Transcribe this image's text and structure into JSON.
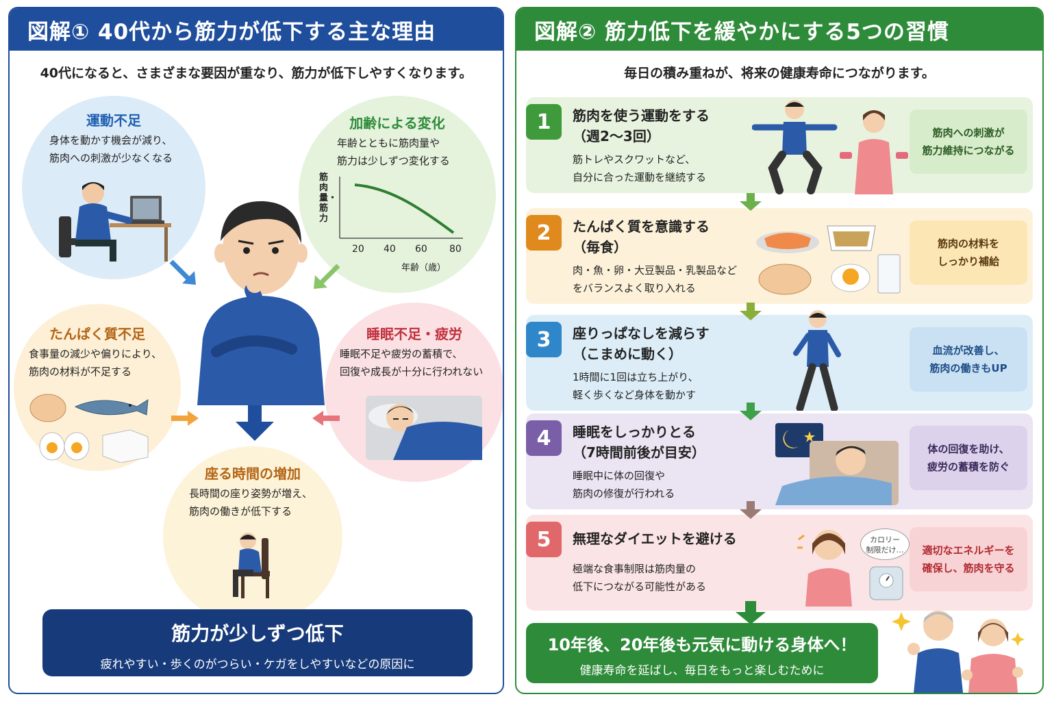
{
  "left": {
    "header": "図解①  40代から筋力が低下する主な理由",
    "subtitle": "40代になると、さまざまな要因が重なり、筋力が低下しやすくなります。",
    "circles": {
      "exercise": {
        "title": "運動不足",
        "text1": "身体を動かす機会が減り、",
        "text2": "筋肉への刺激が少なくなる"
      },
      "aging": {
        "title": "加齢による変化",
        "text1": "年齢とともに筋肉量や",
        "text2": "筋力は少しずつ変化する"
      },
      "protein": {
        "title": "たんぱく質不足",
        "text1": "食事量の減少や偏りにより、",
        "text2": "筋肉の材料が不足する"
      },
      "sleep": {
        "title": "睡眠不足・疲労",
        "text1": "睡眠不足や疲労の蓄積で、",
        "text2": "回復や成長が十分に行われない"
      },
      "sitting": {
        "title": "座る時間の増加",
        "text1": "長時間の座り姿勢が増え、",
        "text2": "筋肉の働きが低下する"
      }
    },
    "chart": {
      "ylabel": "筋肉量・筋力",
      "xlabel": "年齢（歳）",
      "xticks": [
        "20",
        "40",
        "60",
        "80"
      ]
    },
    "result": {
      "title": "筋力が少しずつ低下",
      "sub": "疲れやすい・歩くのがつらい・ケガをしやすいなどの原因に"
    }
  },
  "right": {
    "header": "図解②  筋力低下を緩やかにする5つの習慣",
    "subtitle": "毎日の積み重ねが、将来の健康寿命につながります。",
    "steps": [
      {
        "num": "1",
        "title1": "筋肉を使う運動をする",
        "title2": "（週2〜3回）",
        "desc1": "筋トレやスクワットなど、",
        "desc2": "自分に合った運動を継続する",
        "note1": "筋肉への刺激が",
        "note2": "筋力維持につながる"
      },
      {
        "num": "2",
        "title1": "たんぱく質を意識する",
        "title2": "（毎食）",
        "desc1": "肉・魚・卵・大豆製品・乳製品など",
        "desc2": "をバランスよく取り入れる",
        "note1": "筋肉の材料を",
        "note2": "しっかり補給"
      },
      {
        "num": "3",
        "title1": "座りっぱなしを減らす",
        "title2": "（こまめに動く）",
        "desc1": "1時間に1回は立ち上がり、",
        "desc2": "軽く歩くなど身体を動かす",
        "note1": "血流が改善し、",
        "note2": "筋肉の働きもUP"
      },
      {
        "num": "4",
        "title1": "睡眠をしっかりとる",
        "title2": "（7時間前後が目安）",
        "desc1": "睡眠中に体の回復や",
        "desc2": "筋肉の修復が行われる",
        "note1": "体の回復を助け、",
        "note2": "疲労の蓄積を防ぐ"
      },
      {
        "num": "5",
        "title1": "無理なダイエットを避ける",
        "title2": "",
        "desc1": "極端な食事制限は筋肉量の",
        "desc2": "低下につながる可能性がある",
        "note1": "適切なエネルギーを",
        "note2": "確保し、筋肉を守る"
      }
    ],
    "bubble1": "カロリー",
    "bubble2": "制限だけ…",
    "final": {
      "title": "10年後、20年後も元気に動ける身体へ！",
      "sub": "健康寿命を延ばし、毎日をもっと楽しむために"
    }
  },
  "colors": {
    "left_accent": "#1f4e9c",
    "right_accent": "#2e8b3a",
    "step_colors": [
      "#3e9a3a",
      "#e08a1e",
      "#2f86c8",
      "#7a5fa8",
      "#e0686a"
    ],
    "step_bgs": [
      "#e8f3df",
      "#fdf2d9",
      "#dcedf8",
      "#ebe4f3",
      "#fbe4e5"
    ],
    "note_bgs": [
      "#d7eccb",
      "#fbe6b4",
      "#c9e1f3",
      "#ddd2ec",
      "#f8d3d5"
    ]
  }
}
